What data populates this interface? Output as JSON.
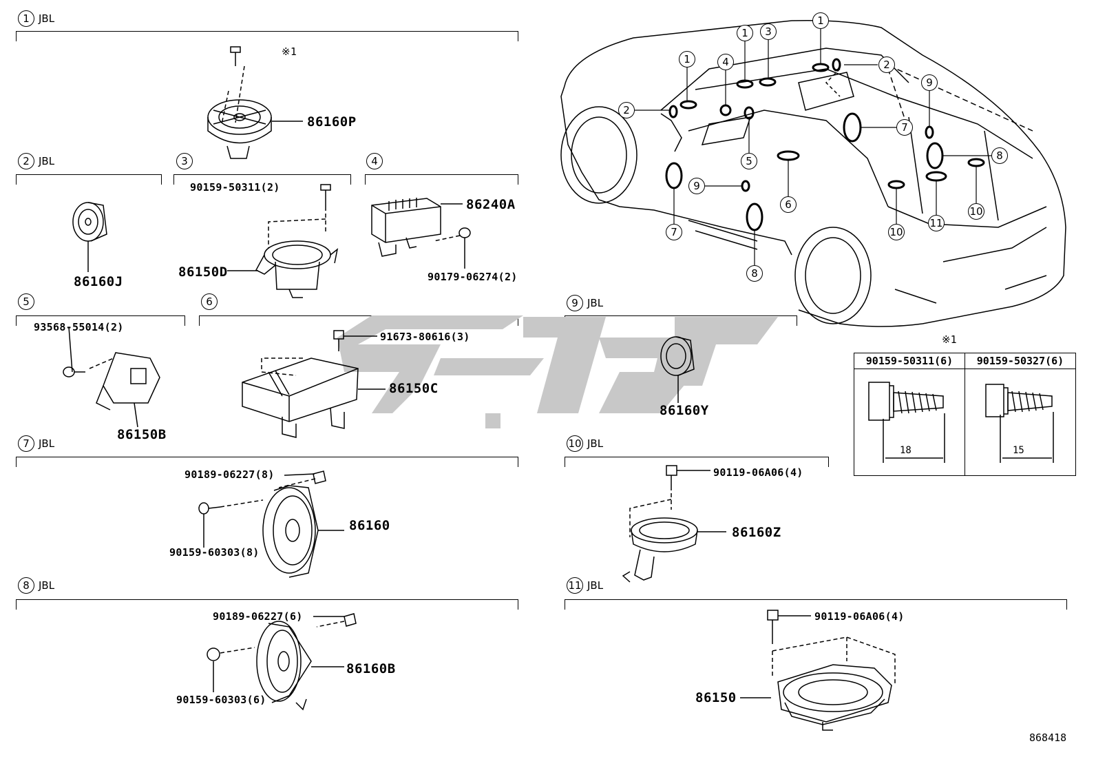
{
  "sections": [
    {
      "num": "1",
      "tag": "JBL"
    },
    {
      "num": "2",
      "tag": "JBL"
    },
    {
      "num": "3",
      "tag": ""
    },
    {
      "num": "4",
      "tag": ""
    },
    {
      "num": "5",
      "tag": ""
    },
    {
      "num": "6",
      "tag": ""
    },
    {
      "num": "7",
      "tag": "JBL"
    },
    {
      "num": "8",
      "tag": "JBL"
    },
    {
      "num": "9",
      "tag": "JBL"
    },
    {
      "num": "10",
      "tag": "JBL"
    },
    {
      "num": "11",
      "tag": "JBL"
    }
  ],
  "parts": {
    "p1_main": "86160P",
    "p1_note": "※1",
    "p2_main": "86160J",
    "p3_main": "86150D",
    "p3_screw": "90159-50311(2)",
    "p4_main": "86240A",
    "p4_nut": "90179-06274(2)",
    "p5_main": "86150B",
    "p5_screw": "93568-55014(2)",
    "p6_main": "86150C",
    "p6_bolt": "91673-80616(3)",
    "p7_main": "86160",
    "p7_clip": "90189-06227(8)",
    "p7_screw": "90159-60303(8)",
    "p8_main": "86160B",
    "p8_clip": "90189-06227(6)",
    "p8_screw": "90159-60303(6)",
    "p9_main": "86160Y",
    "p10_main": "86160Z",
    "p10_bolt": "90119-06A06(4)",
    "p11_main": "86150",
    "p11_bolt": "90119-06A06(4)"
  },
  "bolt_table": {
    "note": "※1",
    "col1": "90159-50311(6)",
    "col2": "90159-50327(6)",
    "len1": "18",
    "len2": "15"
  },
  "car_callouts": [
    "1",
    "1",
    "3",
    "1",
    "2",
    "4",
    "2",
    "5",
    "7",
    "9",
    "8",
    "6",
    "9",
    "7",
    "10",
    "11",
    "10",
    "8"
  ],
  "diagram_id": "868418",
  "colors": {
    "line": "#000000",
    "watermark": "#c8c8c8"
  }
}
